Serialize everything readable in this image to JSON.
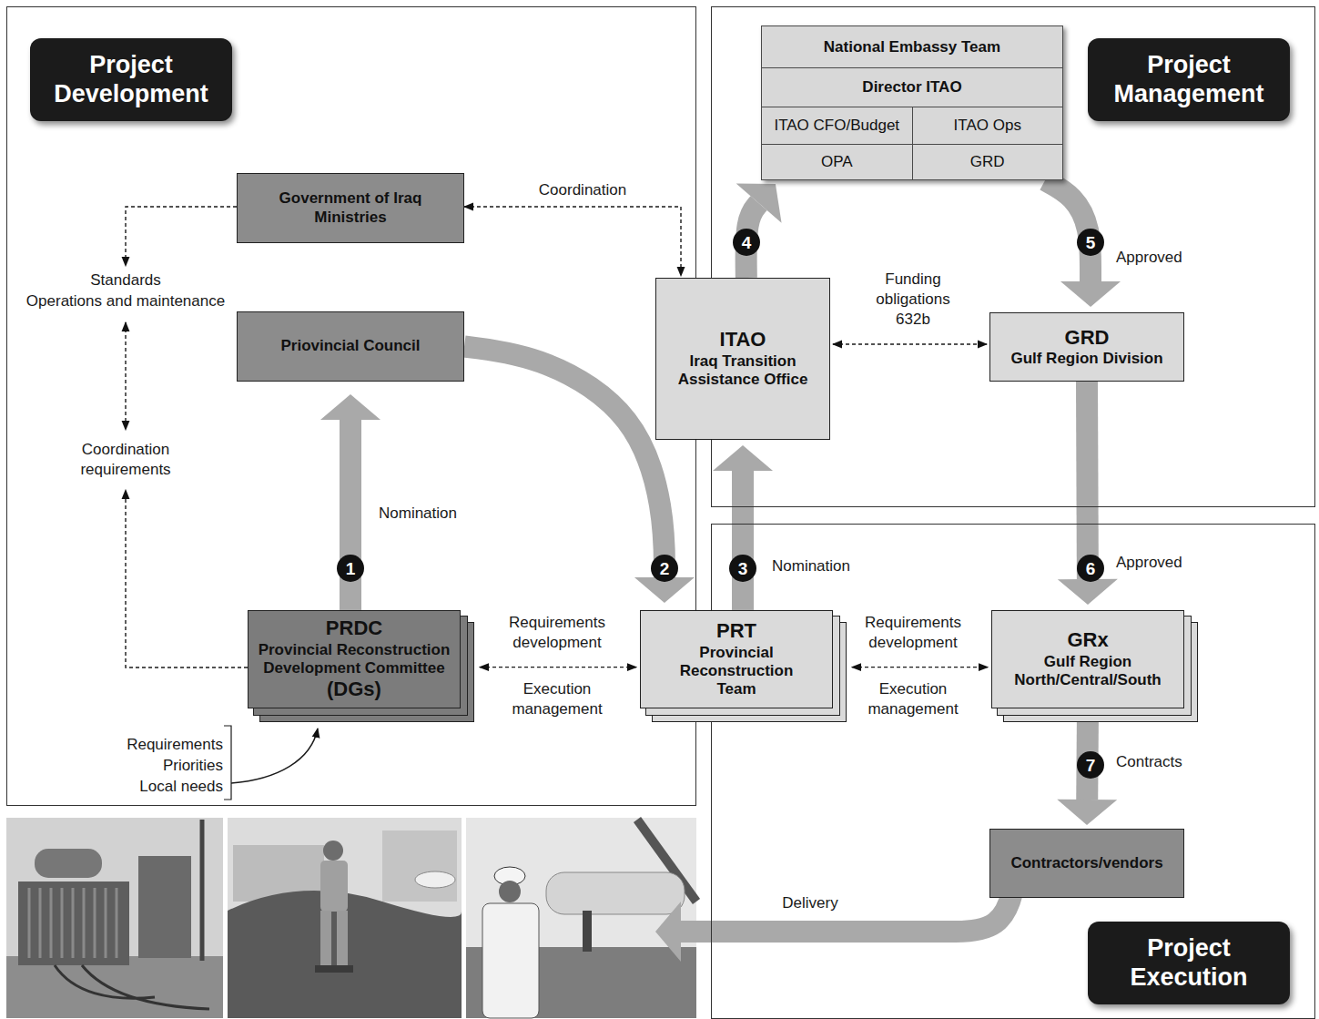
{
  "diagram": {
    "nodes": [
      {
        "text": [
          "Project Development"
        ]
      },
      {
        "text": [
          "Government of Iraq Ministries"
        ],
        "in": 0
      },
      {
        "text": [
          "Priovincial Council"
        ],
        "in": 0
      },
      {
        "text": [
          "PRDC",
          "Provincial Reconstruction Development Committee",
          "(DGs)"
        ],
        "in": 0
      },
      {
        "text": [
          "ITAO",
          "Iraq Transition Assistance Office"
        ]
      },
      {
        "text": [
          "Project Management"
        ]
      },
      {
        "text": [
          "National Embassy Team",
          "Director ITAO",
          "ITAO CFO/Budget",
          "ITAO Ops",
          "OPA",
          "GRD"
        ],
        "in": 5
      },
      {
        "text": [
          "GRD",
          "Gulf Region Division"
        ],
        "in": 5
      },
      {
        "text": [
          "PRT",
          "Provincial Reconstruction Team"
        ]
      },
      {
        "text": [
          "Project Execution"
        ]
      },
      {
        "text": [
          "GRx",
          "Gulf Region North/Central/South"
        ],
        "in": 9
      },
      {
        "text": [
          "Contractors/vendors"
        ],
        "in": 9
      }
    ],
    "edges": [
      {
        "from": 3,
        "to": 2,
        "label": "Nomination",
        "arrow": "to"
      },
      {
        "from": 2,
        "to": 8,
        "arrow": "to"
      },
      {
        "from": 8,
        "to": 4,
        "label": "Nomination",
        "arrow": "to"
      },
      {
        "from": 4,
        "to": 6,
        "arrow": "to"
      },
      {
        "from": 6,
        "to": 7,
        "label": "Approved",
        "arrow": "to"
      },
      {
        "from": 7,
        "to": 10,
        "label": "Approved",
        "arrow": "to"
      },
      {
        "from": 10,
        "to": 11,
        "label": "Contracts",
        "arrow": "to"
      },
      {
        "from": 1,
        "to": 4,
        "label": "Coordination",
        "arrow": "both"
      },
      {
        "from": 4,
        "to": 7,
        "label": "Funding obligations 632b",
        "arrow": "both"
      },
      {
        "from": 3,
        "to": 8,
        "label": "Requirements development",
        "arrow": "both"
      },
      {
        "from": 8,
        "to": 10,
        "label": "Requirements development",
        "arrow": "both"
      }
    ],
    "labels": [
      "1",
      "2",
      "3",
      "4",
      "5",
      "6",
      "7",
      "Standards",
      "Operations and maintenance",
      "Coordination requirements",
      "Requirements",
      "Priorities",
      "Local needs",
      "Execution management",
      "Execution management",
      "Delivery"
    ]
  }
}
